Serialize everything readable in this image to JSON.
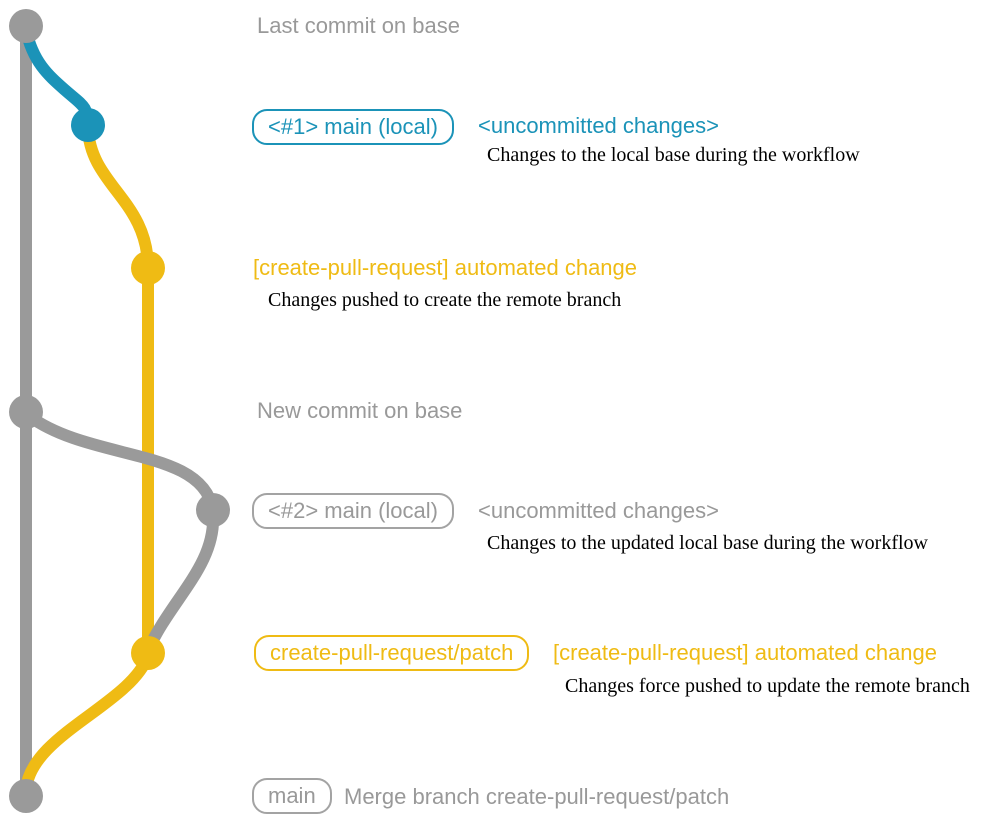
{
  "colors": {
    "gray": "#9a9a9a",
    "blue": "#1b93b8",
    "yellow": "#efbb14",
    "description_text": "#000000"
  },
  "rows": {
    "last_commit": {
      "text": "Last commit on base"
    },
    "uncommitted_1": {
      "branch_label": "<#1> main (local)",
      "title": "<uncommitted changes>",
      "description": "Changes to the local base during the workflow"
    },
    "automated_1": {
      "title": "[create-pull-request] automated change",
      "description": "Changes pushed to create the remote branch"
    },
    "new_commit": {
      "text": "New commit on base"
    },
    "uncommitted_2": {
      "branch_label": "<#2> main (local)",
      "title": "<uncommitted changes>",
      "description": "Changes to the updated local base during the workflow"
    },
    "automated_2": {
      "branch_label": "create-pull-request/patch",
      "title": "[create-pull-request] automated change",
      "description": "Changes force pushed to update the remote branch"
    },
    "merge": {
      "branch_label": "main",
      "text": "Merge branch create-pull-request/patch"
    }
  }
}
